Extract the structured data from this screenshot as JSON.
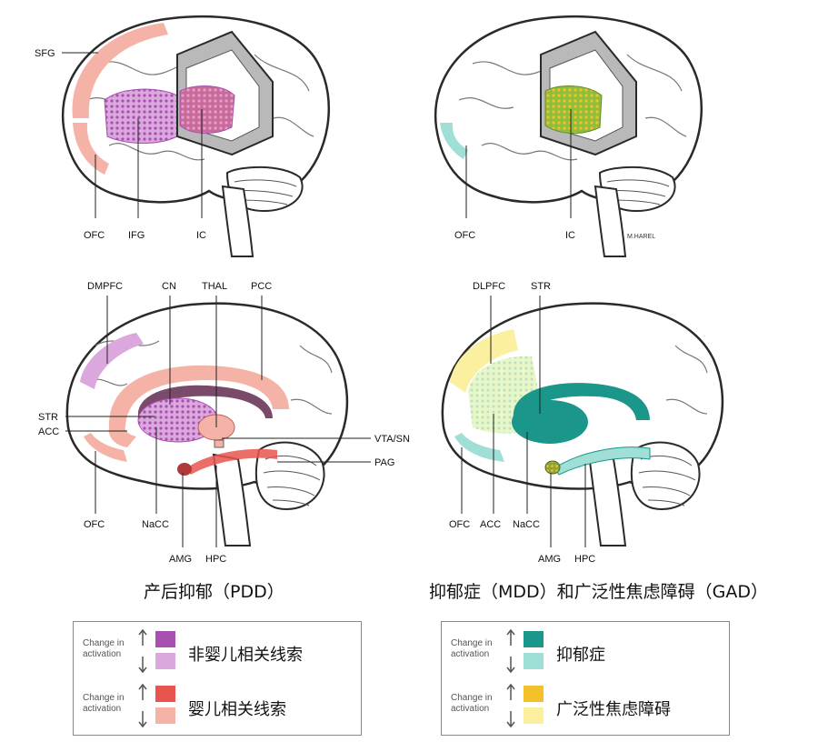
{
  "colors": {
    "non_infant_strong": "#a84fb2",
    "non_infant_weak": "#dba8dd",
    "infant_strong": "#e8554d",
    "infant_weak": "#f5b3a7",
    "mdd_strong": "#1a968a",
    "mdd_weak": "#9fdfd6",
    "gad_strong": "#f3c22b",
    "gad_weak": "#faf0a0",
    "brain_outline": "#2a2a2a",
    "insula_cutout": "#b9b9b9"
  },
  "panels": {
    "pdd_lateral": {
      "labels": {
        "sfg": "SFG",
        "ofc": "OFC",
        "ifg": "IFG",
        "ic": "IC"
      }
    },
    "gad_lateral": {
      "labels": {
        "ofc": "OFC",
        "ic": "IC"
      },
      "signature": "M.HAREL"
    },
    "pdd_medial": {
      "labels": {
        "dmpfc": "DMPFC",
        "cn": "CN",
        "thal": "THAL",
        "pcc": "PCC",
        "str": "STR",
        "acc": "ACC",
        "vta_sn": "VTA/SN",
        "pag": "PAG",
        "ofc": "OFC",
        "nacc": "NaCC",
        "amg": "AMG",
        "hpc": "HPC"
      }
    },
    "mdd_medial": {
      "labels": {
        "dlpfc": "DLPFC",
        "str": "STR",
        "ofc": "OFC",
        "acc": "ACC",
        "nacc": "NaCC",
        "amg": "AMG",
        "hpc": "HPC"
      }
    }
  },
  "captions": {
    "left": "产后抑郁（PDD）",
    "right": "抑郁症（MDD）和广泛性焦虑障碍（GAD）"
  },
  "legends": {
    "left": [
      {
        "change_line1": "Change in",
        "change_line2": "activation",
        "label": "非婴儿相关线索"
      },
      {
        "change_line1": "Change in",
        "change_line2": "activation",
        "label": "婴儿相关线索"
      }
    ],
    "right": [
      {
        "change_line1": "Change in",
        "change_line2": "activation",
        "label": "抑郁症"
      },
      {
        "change_line1": "Change in",
        "change_line2": "activation",
        "label": "广泛性焦虑障碍"
      }
    ]
  }
}
